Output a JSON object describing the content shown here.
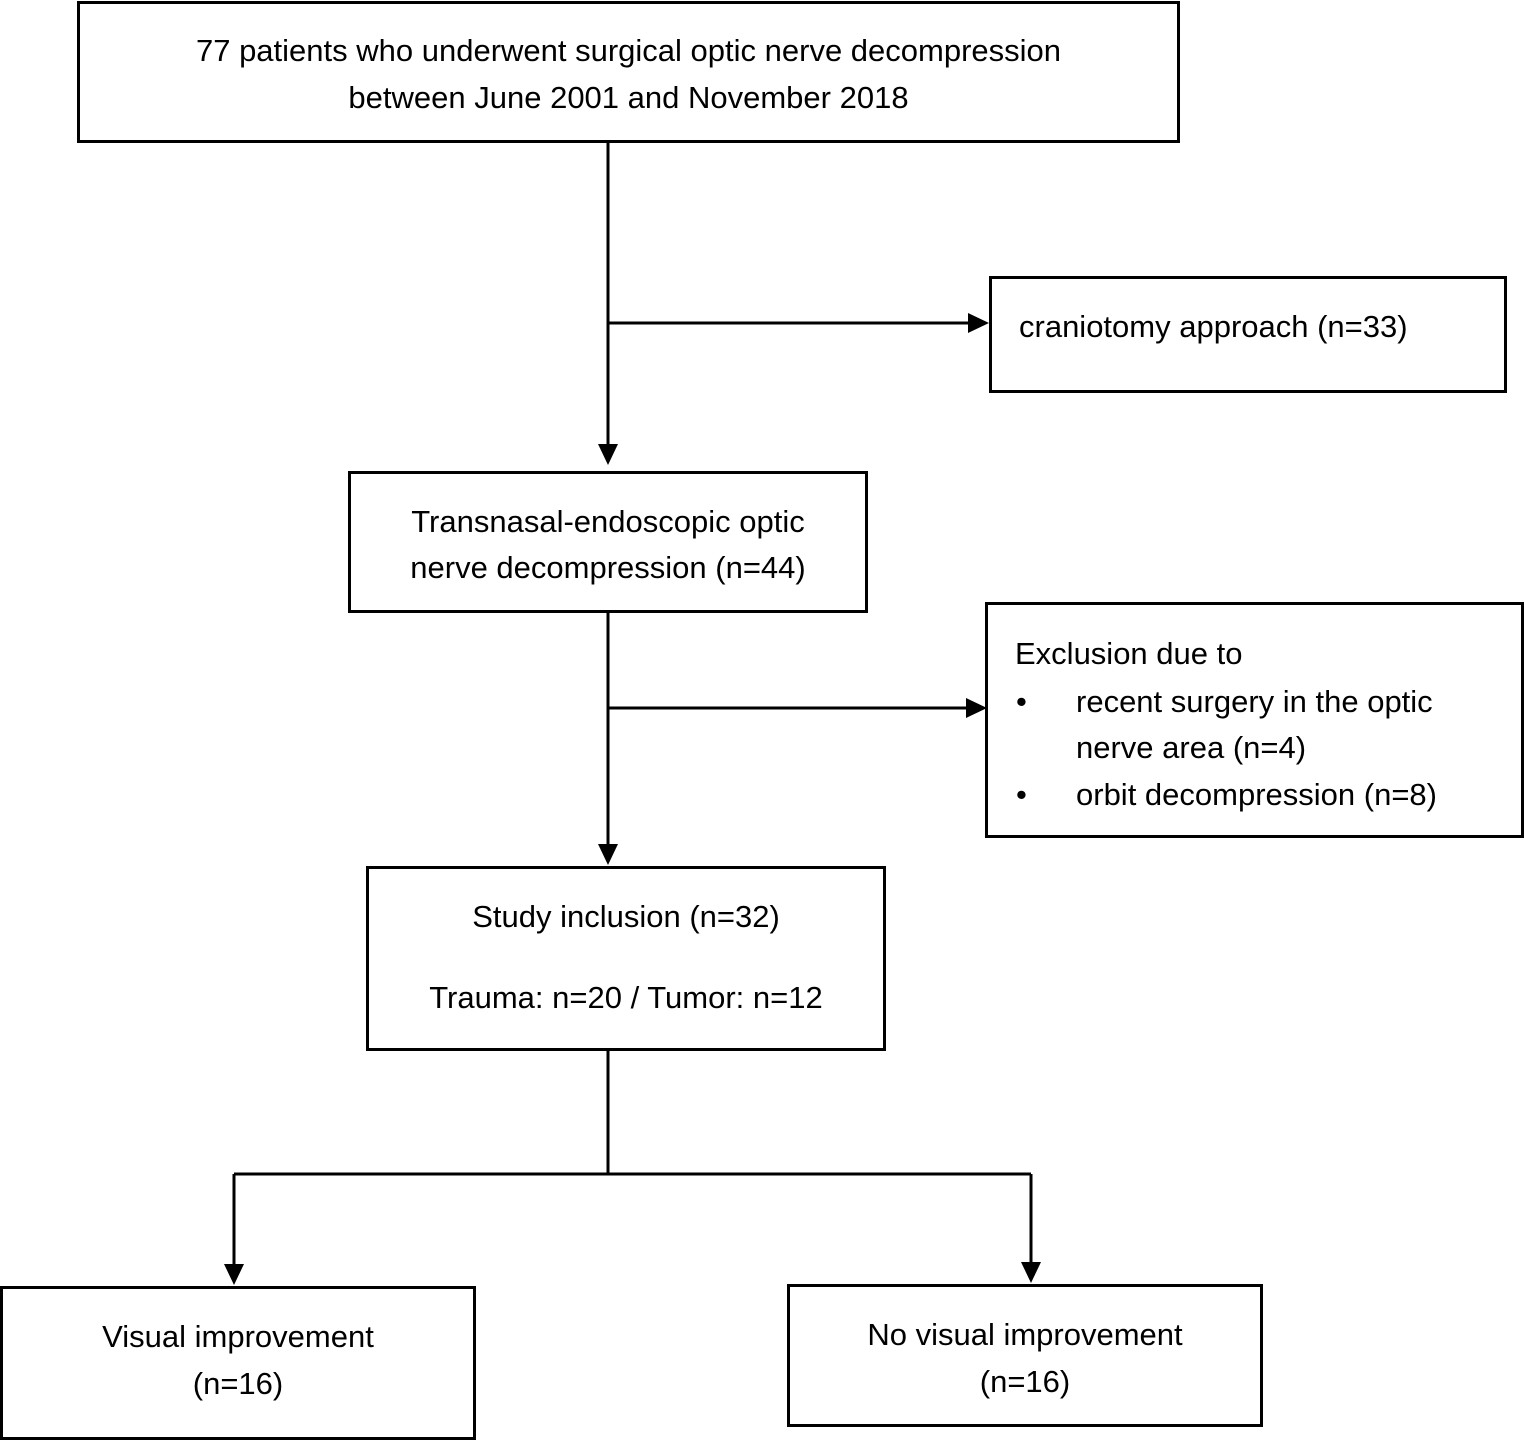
{
  "boxes": {
    "total": {
      "line1": "77 patients who underwent surgical optic nerve decompression",
      "line2": "between June 2001 and November 2018"
    },
    "craniotomy": {
      "text": "craniotomy approach (n=33)"
    },
    "transnasal": {
      "line1": "Transnasal-endoscopic optic",
      "line2": "nerve decompression (n=44)"
    },
    "exclusion": {
      "heading": "Exclusion due to",
      "bullet_glyph": "•",
      "items": [
        {
          "line1": "recent surgery in the optic",
          "line2": "nerve area (n=4)"
        },
        {
          "line1": "orbit decompression (n=8)"
        }
      ]
    },
    "study": {
      "line1": "Study inclusion (n=32)",
      "line2": "Trauma: n=20 / Tumor: n=12"
    },
    "visual": {
      "line1": "Visual improvement",
      "line2": "(n=16)"
    },
    "novisual": {
      "line1": "No visual improvement",
      "line2": "(n=16)"
    }
  }
}
